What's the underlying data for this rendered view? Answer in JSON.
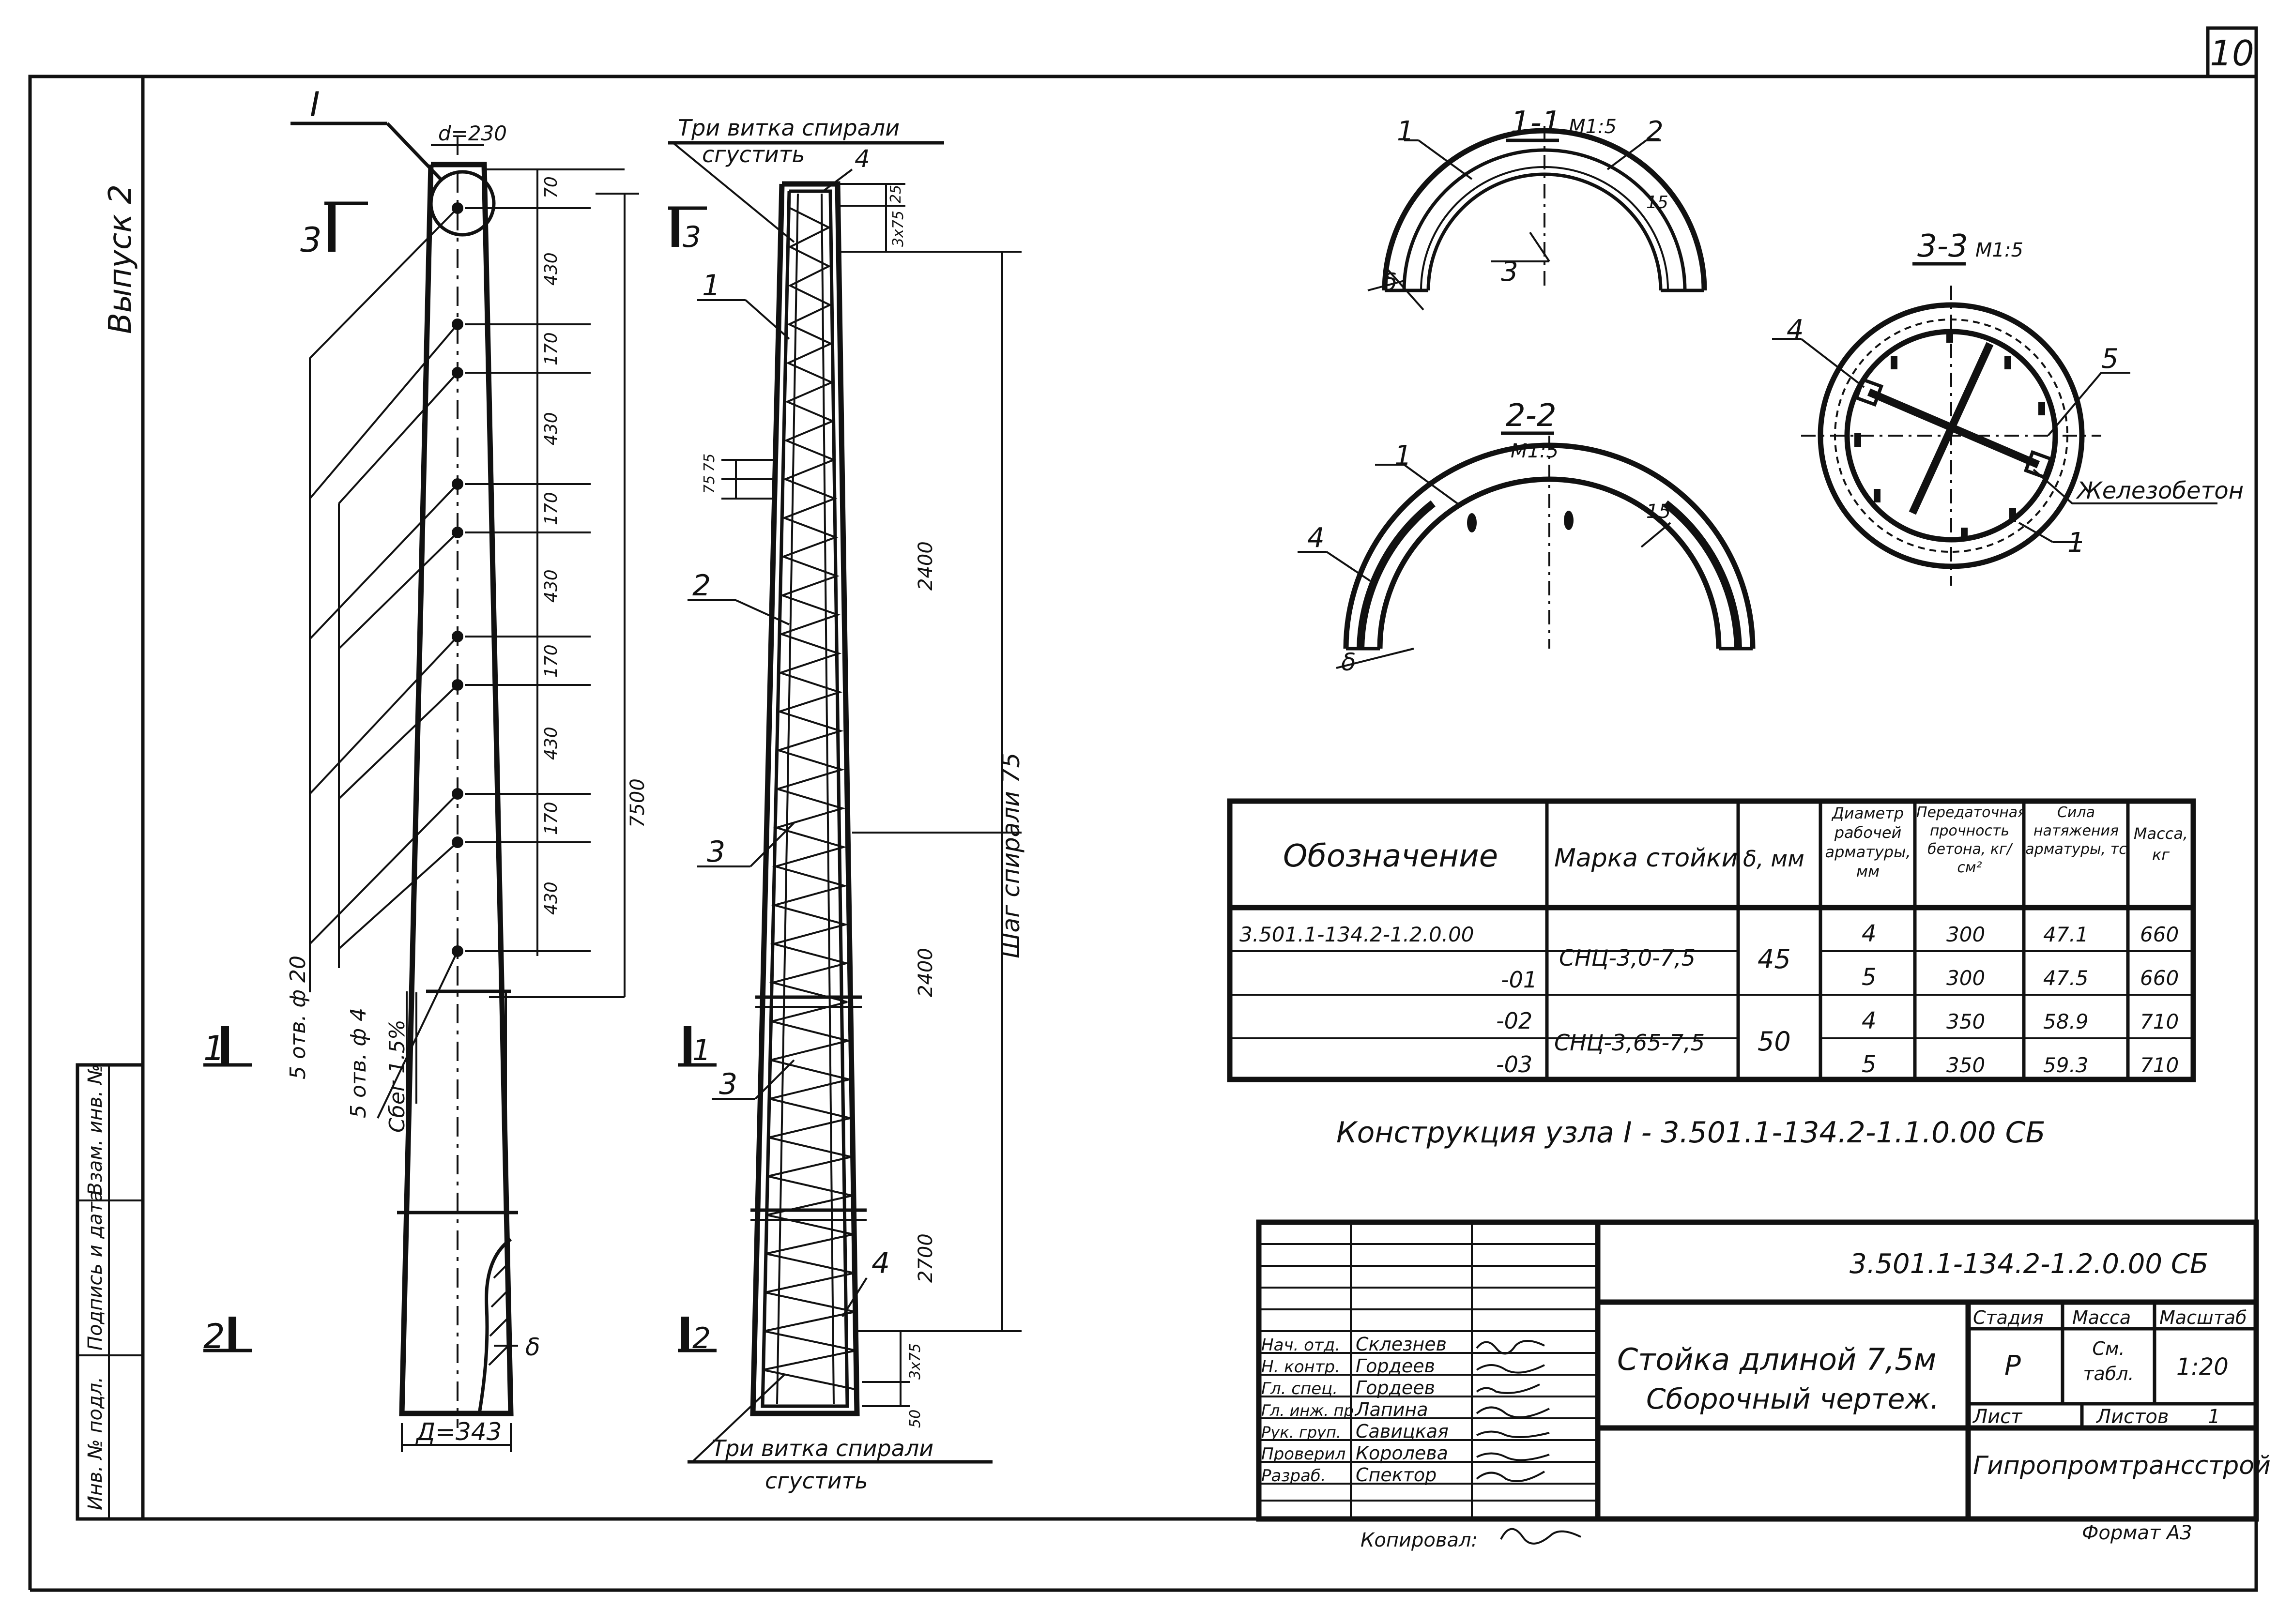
{
  "sheet": {
    "number": "10",
    "issue": "Выпуск 2",
    "format": "Формат А3",
    "copied_label": "Копировал:"
  },
  "side_stamp": [
    "Инв. № подл.",
    "Подпись и дата",
    "Взам. инв. №"
  ],
  "elevation": {
    "node_label": "I",
    "top_diameter": "d=230",
    "bottom_diameter": "Д=343",
    "section3_label": "3",
    "section1_label": "1",
    "section2_label": "2",
    "holes_20": "5 отв. ф 20",
    "holes_4": "5 отв. ф 4",
    "slope": "Сбег 1.5%",
    "delta": "δ",
    "dims": [
      "70",
      "430",
      "170",
      "430",
      "170",
      "430",
      "170",
      "430",
      "170",
      "430"
    ],
    "total_height": "7500"
  },
  "reinforcement": {
    "top_note_line1": "Три витка спирали",
    "top_note_line2": "сгустить",
    "bottom_note_line1": "Три витка спирали",
    "bottom_note_line2": "сгустить",
    "positions": [
      "1",
      "2",
      "3",
      "3",
      "4",
      "4"
    ],
    "section3_label": "3",
    "section1_label": "1",
    "section2_label": "2",
    "dims_top": [
      "25",
      "3х75"
    ],
    "dims_mid": [
      "75",
      "75"
    ],
    "dims_bottom": [
      "3х75",
      "50"
    ],
    "lengths": [
      "2400",
      "2400",
      "2700"
    ],
    "spiral_pitch": "Шаг спирали 75"
  },
  "sections": {
    "s11_title": "1-1",
    "s11_scale": "М1:5",
    "s11_marks": [
      "1",
      "2",
      "3",
      "15"
    ],
    "s22_title": "2-2",
    "s22_scale": "М1:5",
    "s22_marks": [
      "1",
      "4",
      "15"
    ],
    "s33_title": "3-3",
    "s33_scale": "М1:5",
    "s33_marks": [
      "4",
      "5",
      "1"
    ],
    "material": "Железобетон",
    "delta": "δ"
  },
  "spec_table": {
    "headers": [
      "Обозначение",
      "Марка стойки",
      "δ, мм",
      "Диаметр рабочей арматуры, мм",
      "Передаточная прочность бетона, кг/см²",
      "Сила натяжения арматуры, тс",
      "Масса, кг"
    ],
    "rows": [
      [
        "3.501.1-134.2-1.2.0.00",
        "СНЦ-3,0-7,5",
        "45",
        "4",
        "300",
        "47.1",
        "660"
      ],
      [
        "-01",
        "",
        "",
        "5",
        "300",
        "47.5",
        "660"
      ],
      [
        "-02",
        "СНЦ-3,65-7,5",
        "50",
        "4",
        "350",
        "58.9",
        "710"
      ],
      [
        "-03",
        "",
        "",
        "5",
        "350",
        "59.3",
        "710"
      ]
    ]
  },
  "node_note": "Конструкция узла I - 3.501.1-134.2-1.1.0.00 СБ",
  "title_block": {
    "code": "3.501.1-134.2-1.2.0.00 СБ",
    "title_line1": "Стойка длиной 7,5м",
    "title_line2": "Сборочный чертеж.",
    "stage_label": "Стадия",
    "mass_label": "Масса",
    "scale_label": "Масштаб",
    "stage": "Р",
    "mass": "См. табл.",
    "scale": "1:20",
    "sheet_label": "Лист",
    "sheets_label": "Листов",
    "sheets": "1",
    "organization": "Гипропромтрансстрой",
    "signers": [
      {
        "role": "Нач. отд.",
        "name": "Склезнев"
      },
      {
        "role": "Н. контр.",
        "name": "Гордеев"
      },
      {
        "role": "Гл. спец.",
        "name": "Гордеев"
      },
      {
        "role": "Гл. инж. пр.",
        "name": "Лапина"
      },
      {
        "role": "Рук. груп.",
        "name": "Савицкая"
      },
      {
        "role": "Проверил",
        "name": "Королева"
      },
      {
        "role": "Разраб.",
        "name": "Спектор"
      }
    ]
  }
}
